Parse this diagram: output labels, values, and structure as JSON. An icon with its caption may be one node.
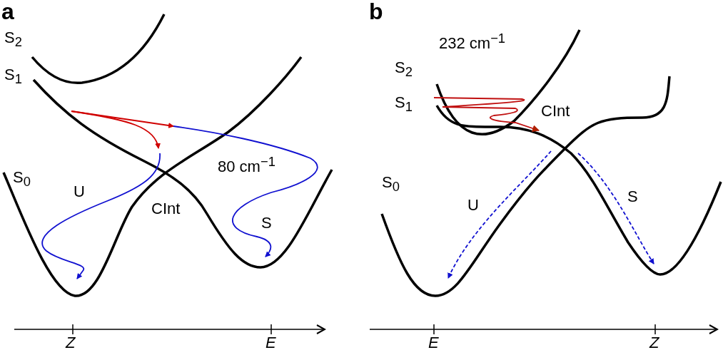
{
  "diagram": {
    "labels": [
      "a",
      "S$_{2}$",
      "S$_{1}$",
      "80 cm$^{−1}$",
      "S$_{0}$",
      "U",
      "CInt",
      "S",
      "Z",
      "E",
      "b",
      "232 cm$^{−1}$",
      "S$_{2}$",
      "S$_{1}$",
      "CInt",
      "S$_{0}$",
      "U",
      "S",
      "E",
      "Z"
    ]
  }
}
